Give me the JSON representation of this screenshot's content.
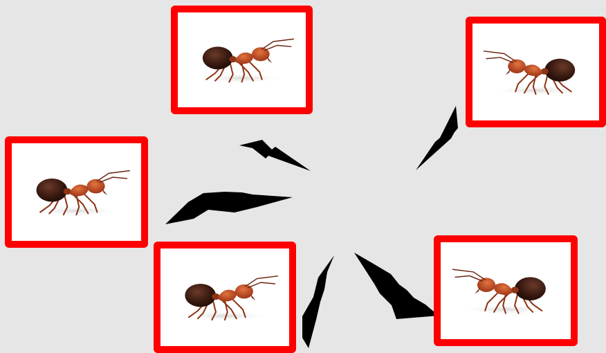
{
  "colors": {
    "background": "#e6e6e6",
    "frame": "#ff0000",
    "card": "#ffffff",
    "bolt": "#000000",
    "ant_body": "#b3411f",
    "ant_dark": "#3a1a10"
  },
  "cards": [
    {
      "id": "top",
      "ant_facing": "right",
      "icon": "ant-icon"
    },
    {
      "id": "top-right",
      "ant_facing": "left",
      "icon": "ant-icon"
    },
    {
      "id": "left",
      "ant_facing": "right",
      "icon": "ant-icon"
    },
    {
      "id": "bottom",
      "ant_facing": "right",
      "icon": "ant-icon"
    },
    {
      "id": "bottom-right",
      "ant_facing": "left",
      "icon": "ant-icon"
    }
  ],
  "connectors": {
    "type": "lightning-bolt",
    "count": 5
  }
}
